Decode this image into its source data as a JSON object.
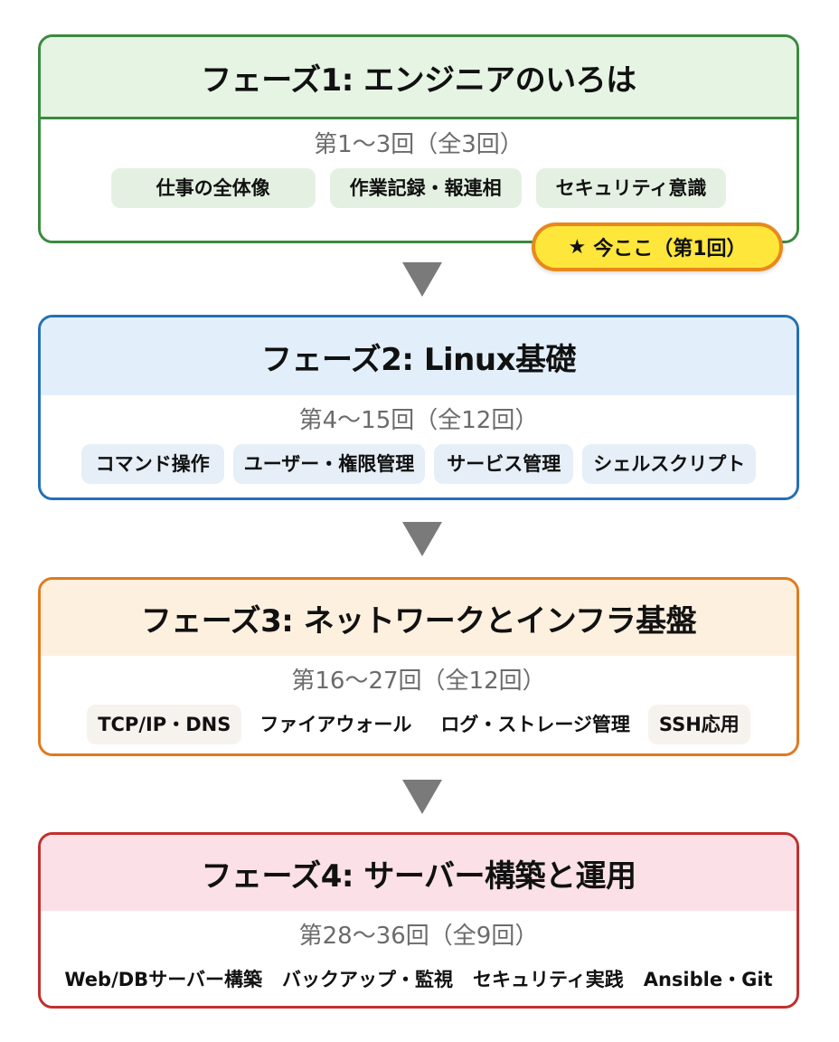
{
  "colors": {
    "phase1": {
      "border": "#3a8a3f",
      "header_bg": "#e6f4e4",
      "pill_bg": "#e4f1e2"
    },
    "phase2": {
      "border": "#2470b5",
      "header_bg": "#e2effb",
      "pill_bg": "#e6eef7"
    },
    "phase3": {
      "border": "#e07a1f",
      "header_bg": "#fdf0df",
      "pill_bg": "#f6f3ee"
    },
    "phase4": {
      "border": "#c0302e",
      "header_bg": "#fbe1e7",
      "pill_bg": "transparent"
    },
    "arrow": "#7a7a7a",
    "badge_bg": "#ffe63b",
    "badge_border": "#e8891c"
  },
  "phases": [
    {
      "title": "フェーズ1: エンジニアのいろは",
      "range": "第1〜3回（全3回）",
      "topics": [
        "仕事の全体像",
        "作業記録・報連相",
        "セキュリティ意識"
      ]
    },
    {
      "title": "フェーズ2: Linux基礎",
      "range": "第4〜15回（全12回）",
      "topics": [
        "コマンド操作",
        "ユーザー・権限管理",
        "サービス管理",
        "シェルスクリプト"
      ]
    },
    {
      "title": "フェーズ3: ネットワークとインフラ基盤",
      "range": "第16〜27回（全12回）",
      "topics": [
        "TCP/IP・DNS",
        "ファイアウォール",
        "ログ・ストレージ管理",
        "SSH応用"
      ]
    },
    {
      "title": "フェーズ4: サーバー構築と運用",
      "range": "第28〜36回（全9回）",
      "topics": [
        "Web/DBサーバー構築",
        "バックアップ・監視",
        "セキュリティ実践",
        "Ansible・Git"
      ]
    }
  ],
  "current_badge": {
    "icon": "★",
    "label": "今ここ（第1回）"
  }
}
